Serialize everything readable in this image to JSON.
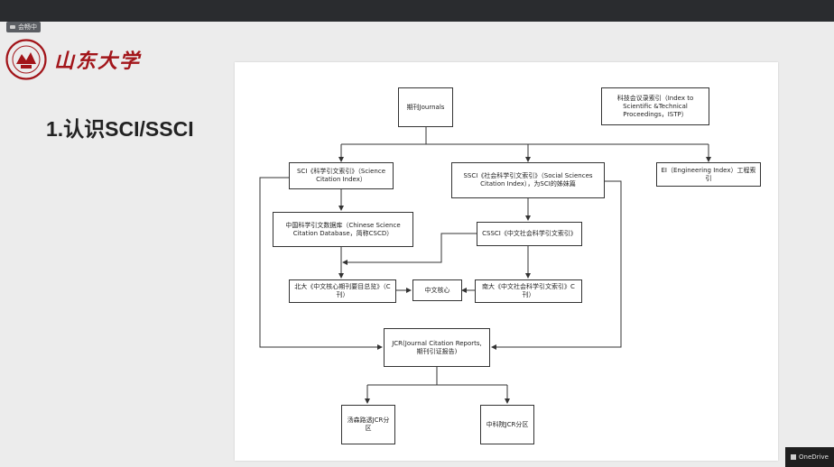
{
  "window": {
    "meeting_chip": "会畅中",
    "onedrive_label": "OneDrive"
  },
  "slide": {
    "brand": "山东大学",
    "title": "1.认识SCI/SSCI"
  },
  "diagram": {
    "nodes": {
      "journals": "期刊Journals",
      "istp": "科技会议录索引（Index to Scientific &Technical Proceedings，ISTP）",
      "sci": "SCI《科学引文索引》（Science Citation Index）",
      "ssci": "SSCI《社会科学引文索引》（Social Sciences Citation Index），为SCI的姊妹篇",
      "ei": "EI（Engineering Index）工程索引",
      "cscd": "中国科学引文数据库（Chinese Science Citation Database，简称CSCD）",
      "cssci": "CSSCI《中文社会科学引文索引》",
      "pku": "北大《中文核心期刊要目总览》（C刊）",
      "core": "中文核心",
      "nju": "南大《中文社会科学引文索引》C刊）",
      "jcr": "JCR(Journal Citation Reports, 期刊引证报告)",
      "clarivate": "汤森路透JCR分区",
      "cas": "中科院JCR分区"
    }
  }
}
